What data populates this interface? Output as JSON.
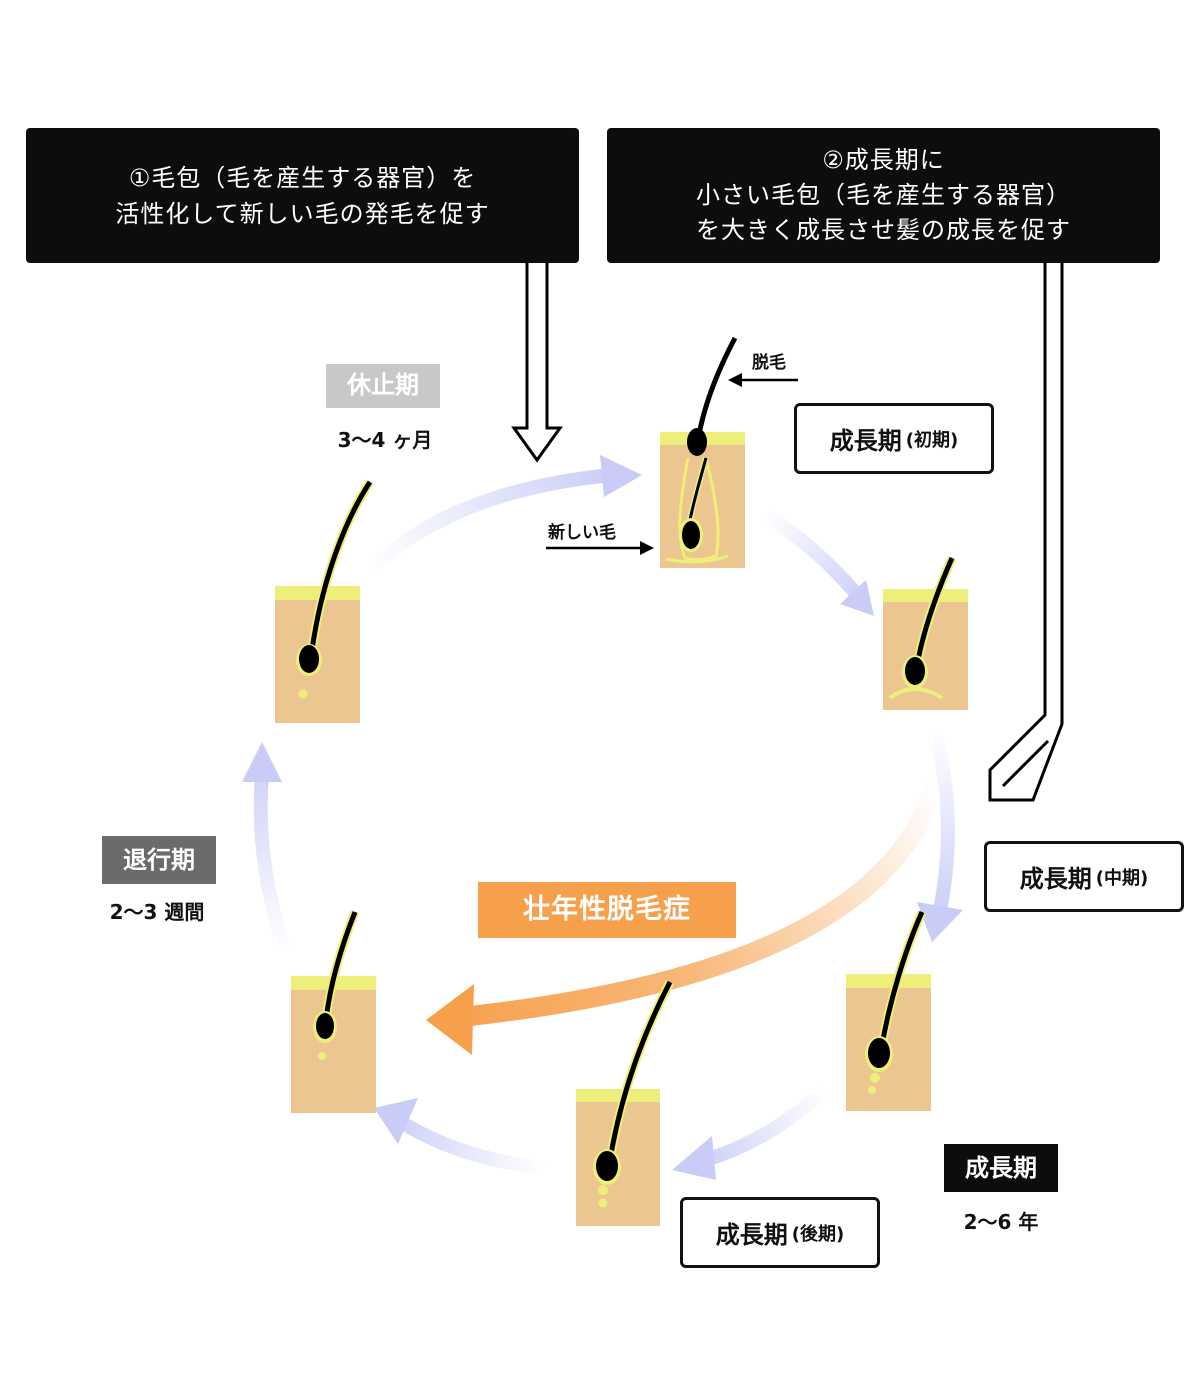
{
  "callouts": {
    "left": {
      "lines": [
        "①毛包（毛を産生する器官）を",
        "活性化して新しい毛の発毛を促す"
      ]
    },
    "right": {
      "lines": [
        "②成長期に",
        "小さい毛包（毛を産生する器官）",
        "を大きく成長させ髪の成長を促す"
      ]
    }
  },
  "phases": {
    "telogen": {
      "label": "休止期",
      "duration": "3〜4 ヶ月",
      "color": "#c8c8c8"
    },
    "catagen": {
      "label": "退行期",
      "duration": "2〜3 週間",
      "color": "#6b6b6b"
    },
    "anagen": {
      "label": "成長期",
      "duration": "2〜6 年",
      "color": "#0d0d0d"
    }
  },
  "stages": {
    "early": {
      "main": "成長期",
      "sub": "(初期)"
    },
    "middle": {
      "main": "成長期",
      "sub": "(中期)"
    },
    "late": {
      "main": "成長期",
      "sub": "(後期)"
    }
  },
  "annotations": {
    "shedding": "脱毛",
    "new_hair": "新しい毛"
  },
  "aga": {
    "label": "壮年性脱毛症",
    "color": "#f6a04c"
  },
  "colors": {
    "skin": "#ecc690",
    "epidermis": "#eeee7a",
    "cycle_arrow": "#c9ccf6",
    "hair": "#000000"
  }
}
